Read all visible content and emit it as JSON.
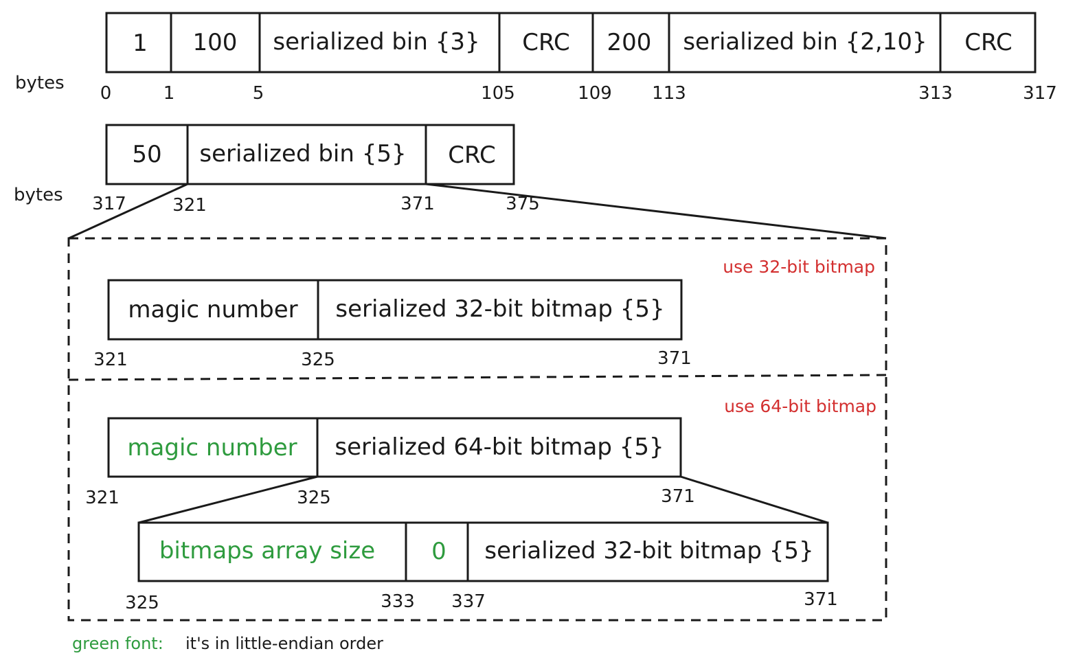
{
  "row1": {
    "axis_label": "bytes",
    "cells": [
      "1",
      "100",
      "serialized bin {3}",
      "CRC",
      "200",
      "serialized bin {2,10}",
      "CRC"
    ],
    "ticks": [
      "0",
      "1",
      "5",
      "105",
      "109",
      "113",
      "313",
      "317"
    ]
  },
  "row2": {
    "axis_label": "bytes",
    "cells": [
      "50",
      "serialized bin {5}",
      "CRC"
    ],
    "ticks": [
      "317",
      "321",
      "371",
      "375"
    ]
  },
  "section32": {
    "note": "use 32-bit bitmap",
    "cells": [
      "magic number",
      "serialized 32-bit bitmap {5}"
    ],
    "ticks": [
      "321",
      "325",
      "371"
    ]
  },
  "section64": {
    "note": "use 64-bit bitmap",
    "cells": [
      "magic number",
      "serialized 64-bit bitmap {5}"
    ],
    "ticks": [
      "321",
      "325",
      "371"
    ]
  },
  "expanded64": {
    "cells": [
      "bitmaps array size",
      "0",
      "serialized 32-bit bitmap {5}"
    ],
    "ticks": [
      "325",
      "333",
      "337",
      "371"
    ]
  },
  "legend": {
    "key": "green font:",
    "text": "it's in little-endian order"
  },
  "colors": {
    "green": "#2e9b3e",
    "red": "#d32f2f",
    "line": "#1a1a1a"
  }
}
